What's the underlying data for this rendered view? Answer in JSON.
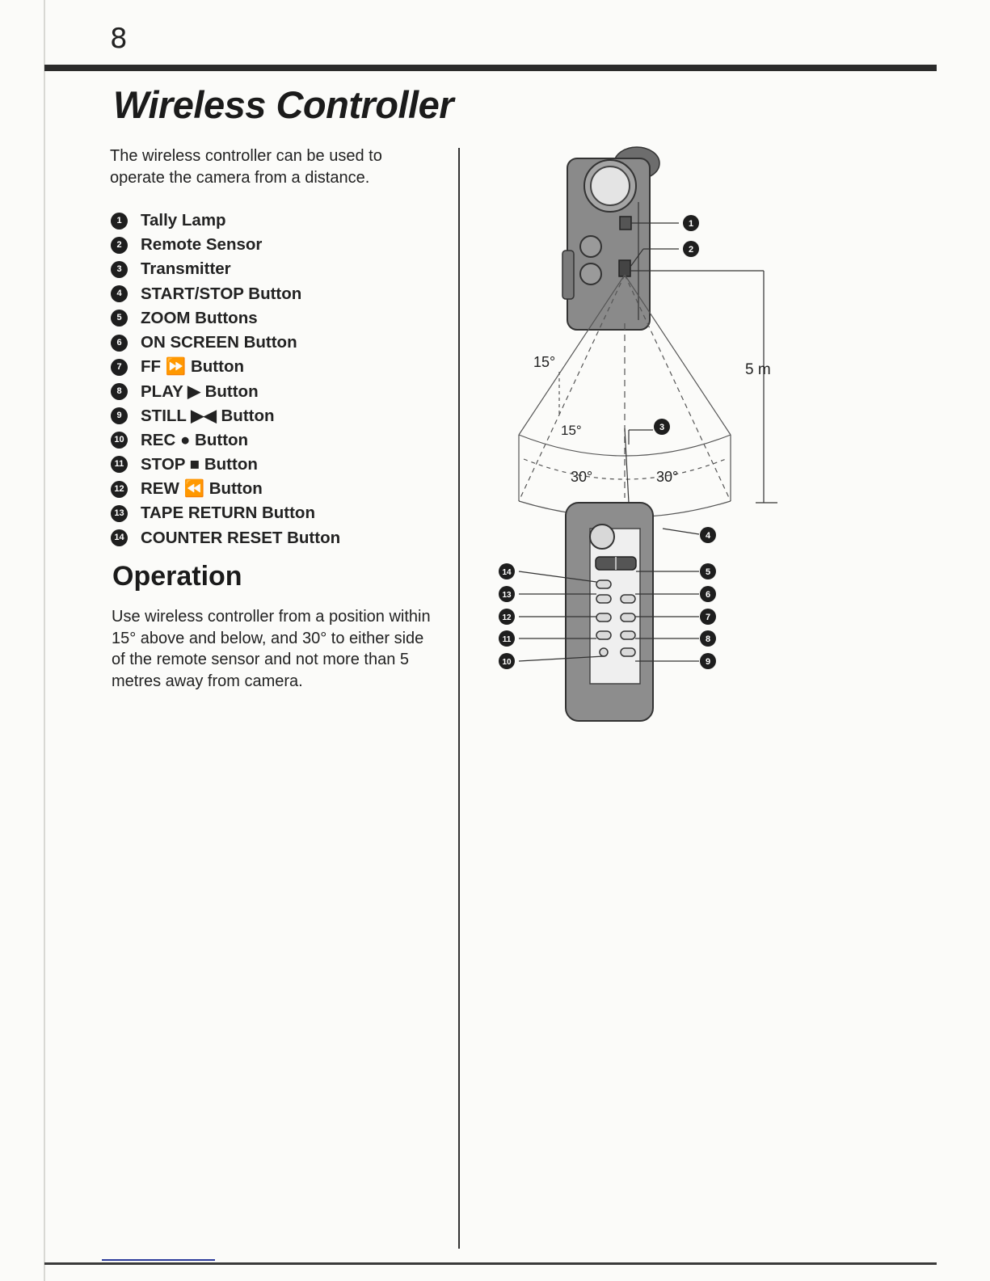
{
  "page": {
    "number": "8"
  },
  "title": "Wireless Controller",
  "intro": "The wireless controller can be used to operate the camera from a distance.",
  "parts": [
    {
      "num": "1",
      "label": "Tally Lamp"
    },
    {
      "num": "2",
      "label": "Remote Sensor"
    },
    {
      "num": "3",
      "label": "Transmitter"
    },
    {
      "num": "4",
      "label": "START/STOP Button"
    },
    {
      "num": "5",
      "label": "ZOOM Buttons"
    },
    {
      "num": "6",
      "label": "ON SCREEN Button"
    },
    {
      "num": "7",
      "label": "FF ⏩ Button"
    },
    {
      "num": "8",
      "label": "PLAY ▶ Button"
    },
    {
      "num": "9",
      "label": "STILL ▶◀ Button"
    },
    {
      "num": "10",
      "label": "REC ● Button"
    },
    {
      "num": "11",
      "label": "STOP ■ Button"
    },
    {
      "num": "12",
      "label": "REW ⏪ Button"
    },
    {
      "num": "13",
      "label": "TAPE RETURN Button"
    },
    {
      "num": "14",
      "label": "COUNTER RESET Button"
    }
  ],
  "operation": {
    "heading": "Operation",
    "text": "Use wireless controller from a position within 15° above and below, and 30° to either side of the remote sensor and not more than 5 metres away from camera."
  },
  "diagram": {
    "angle_vertical_top": "15°",
    "angle_vertical_bottom": "15°",
    "angle_left": "30°",
    "angle_right": "30°",
    "distance": "5 m",
    "callouts": [
      "1",
      "2",
      "3",
      "4",
      "5",
      "6",
      "7",
      "8",
      "9",
      "10",
      "11",
      "12",
      "13",
      "14"
    ]
  }
}
